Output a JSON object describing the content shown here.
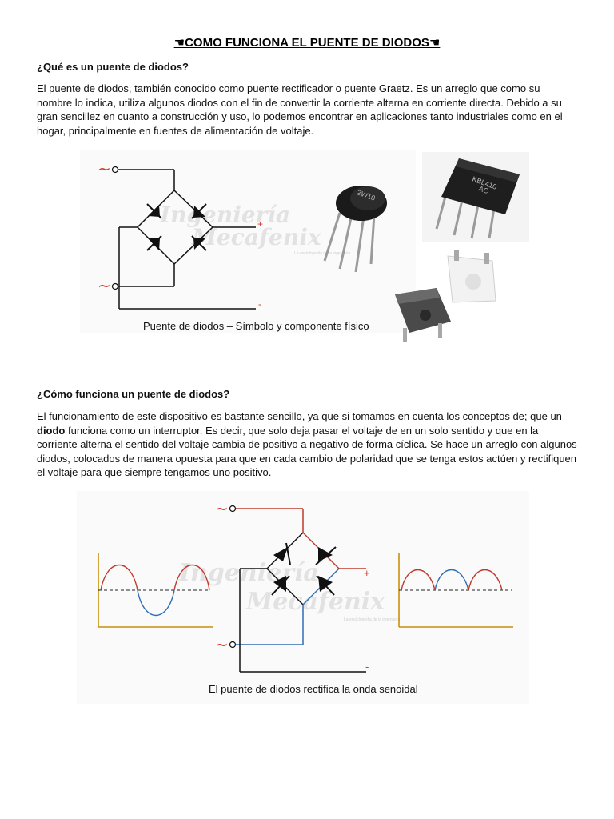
{
  "title": "☚COMO FUNCIONA EL PUENTE DE DIODOS☚",
  "section1": {
    "heading": "¿Qué es un puente de diodos?",
    "body": "El puente de diodos, también conocido como puente rectificador o puente Graetz. Es un arreglo que como su nombre lo indica, utiliza algunos diodos con el fin de convertir la corriente alterna en corriente directa. Debido a su gran sencillez en cuanto a construcción y uso, lo podemos encontrar en aplicaciones tanto industriales como en el hogar, principalmente en fuentes de alimentación de voltaje."
  },
  "figure1": {
    "caption": "Puente de diodos – Símbolo y componente físico",
    "ac_symbol": "~",
    "plus": "+",
    "minus": "-",
    "watermark_line1": "Ingeniería",
    "watermark_line2": "Mecafenix",
    "watermark_tagline": "La enciclopedia de la ingeniería",
    "part_round_label": "2W10",
    "part_kbl_label_1": "KBL410",
    "part_kbl_label_2": "AC"
  },
  "section2": {
    "heading": "¿Cómo funciona un puente de diodos?",
    "body_before": "El funcionamiento de este dispositivo es bastante sencillo, ya que si tomamos en cuenta los conceptos de; que un",
    "body_bold": "diodo",
    "body_after": "funciona como un interruptor. Es decir, que solo deja pasar el voltaje de en un solo sentido y que en la corriente alterna el sentido del voltaje cambia de positivo a negativo de forma cíclica. Se hace un arreglo con algunos diodos, colocados de manera opuesta para que en cada cambio de polaridad que se tenga estos actúen y rectifiquen el voltaje para que siempre tengamos uno positivo."
  },
  "figure2": {
    "caption": "El puente de diodos rectifica la onda senoidal",
    "ac_symbol": "~",
    "plus": "+",
    "minus": "-",
    "watermark_line1": "Ingeniería",
    "watermark_line2": "Mecafenix",
    "watermark_tagline": "La enciclopedia de la ingeniería",
    "colors": {
      "positive": "#c0392b",
      "negative": "#2f6db5",
      "axis": "#c8900a",
      "wire": "#111111"
    }
  }
}
